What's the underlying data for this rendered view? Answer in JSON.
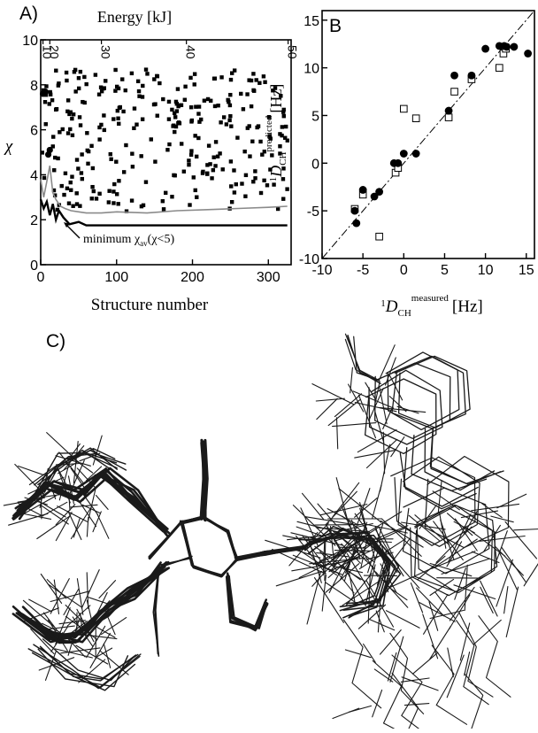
{
  "panels": {
    "a": {
      "letter": "A)"
    },
    "b": {
      "letter": "B"
    },
    "c": {
      "letter": "C)"
    }
  },
  "chart_data": [
    {
      "panel": "A",
      "type": "scatter",
      "title": "",
      "xlabel": "Structure number",
      "ylabel": "χ",
      "top_axis_label": "Energy [kJ]",
      "xlim": [
        0,
        330
      ],
      "ylim": [
        0,
        10
      ],
      "x_ticks": [
        0,
        100,
        200,
        300
      ],
      "y_ticks": [
        0,
        2,
        4,
        6,
        8,
        10
      ],
      "top_ticks": [
        {
          "label": "10",
          "x": 3
        },
        {
          "label": "20",
          "x": 12
        },
        {
          "label": "30",
          "x": 80
        },
        {
          "label": "40",
          "x": 192
        },
        {
          "label": "50",
          "x": 326
        }
      ],
      "annotation": "minimum χav (χ<5)",
      "annotation_parts": {
        "pre": "minimum χ",
        "sub": "av",
        "post": "(χ<5)"
      },
      "grid": false,
      "series": [
        {
          "marker": "square",
          "color": "#000000",
          "seed": 17,
          "n": 300,
          "x_range": [
            2,
            326
          ],
          "y_range": [
            2.3,
            8.7
          ]
        },
        {
          "name": "",
          "kind": "gray_line",
          "color": "#8a8a8a",
          "x": [
            0,
            4,
            8,
            12,
            16,
            20,
            26,
            32,
            40,
            50,
            60,
            80,
            100,
            140,
            180,
            220,
            260,
            300,
            325
          ],
          "y": [
            3.8,
            3.0,
            3.7,
            4.4,
            3.2,
            2.9,
            2.6,
            2.5,
            2.4,
            2.35,
            2.3,
            2.3,
            2.35,
            2.3,
            2.4,
            2.45,
            2.5,
            2.55,
            2.6
          ]
        },
        {
          "name": "",
          "kind": "black_line",
          "color": "#000000",
          "x": [
            0,
            4,
            8,
            12,
            16,
            20,
            24,
            30,
            38,
            50,
            60,
            80,
            120,
            200,
            325
          ],
          "y": [
            2.9,
            2.5,
            2.8,
            2.2,
            2.7,
            2.0,
            2.4,
            2.1,
            1.8,
            1.9,
            1.75,
            1.75,
            1.75,
            1.75,
            1.75
          ]
        }
      ]
    },
    {
      "panel": "B",
      "type": "scatter",
      "title": "",
      "xlabel_parts": {
        "base": "D",
        "sub": "CH",
        "sup": "measured",
        "pre": "1",
        "unit": "[Hz]"
      },
      "ylabel_parts": {
        "base": "D",
        "sub": "CH",
        "sup": "predicted",
        "pre": "1",
        "unit": "[Hz]"
      },
      "xlim": [
        -10,
        16
      ],
      "ylim": [
        -10,
        16
      ],
      "x_ticks": [
        -10,
        -5,
        0,
        5,
        10,
        15
      ],
      "y_ticks": [
        -10,
        -5,
        0,
        5,
        10,
        15
      ],
      "grid": false,
      "diagonal": {
        "from": [
          -10,
          -10
        ],
        "to": [
          16,
          16
        ],
        "style": "dash-dot"
      },
      "series": [
        {
          "marker": "filled-circle",
          "points": [
            [
              -6,
              -5
            ],
            [
              -5.8,
              -6.3
            ],
            [
              -5,
              -2.8
            ],
            [
              -3.6,
              -3.5
            ],
            [
              -3,
              -3
            ],
            [
              -1.2,
              0
            ],
            [
              -0.7,
              0
            ],
            [
              0,
              1
            ],
            [
              1.5,
              1
            ],
            [
              5.5,
              5.5
            ],
            [
              6.2,
              9.2
            ],
            [
              8.3,
              9.2
            ],
            [
              10,
              12
            ],
            [
              11.7,
              12.3
            ],
            [
              12.3,
              12.3
            ],
            [
              12.6,
              12.2
            ],
            [
              13.5,
              12.2
            ],
            [
              15.2,
              11.5
            ]
          ]
        },
        {
          "marker": "open-square",
          "points": [
            [
              -6,
              -4.8
            ],
            [
              -5,
              -3.3
            ],
            [
              -3,
              -7.7
            ],
            [
              -1,
              -1
            ],
            [
              -0.7,
              -0.5
            ],
            [
              0,
              5.7
            ],
            [
              1.5,
              4.7
            ],
            [
              5.5,
              4.8
            ],
            [
              6.2,
              7.5
            ],
            [
              8.3,
              8.8
            ],
            [
              11.7,
              10
            ],
            [
              12.2,
              11.5
            ],
            [
              12.5,
              12
            ]
          ]
        }
      ]
    }
  ]
}
